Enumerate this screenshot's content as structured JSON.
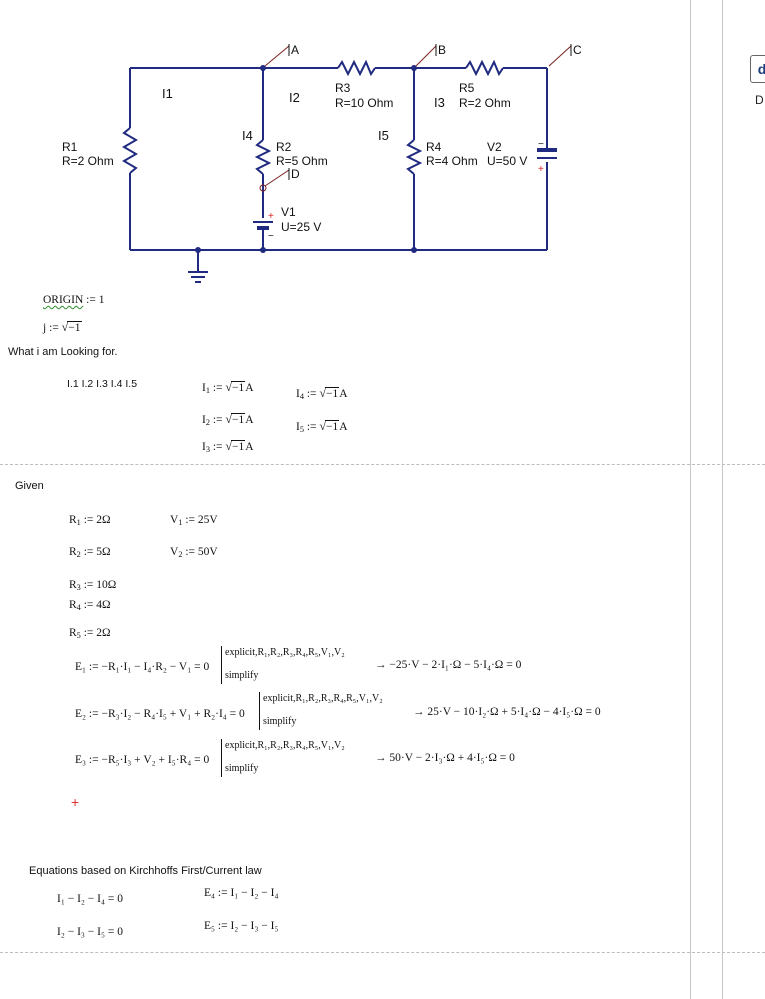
{
  "circuit": {
    "nodes": {
      "a": "A",
      "b": "B",
      "c": "C",
      "d": "D"
    },
    "loops": {
      "i1": "I1",
      "i2": "I2",
      "i3": "I3",
      "i4": "I4",
      "i5": "I5"
    },
    "r1": {
      "name": "R1",
      "value": "R=2 Ohm"
    },
    "r2": {
      "name": "R2",
      "value": "R=5 Ohm"
    },
    "r3": {
      "name": "R3",
      "value": "R=10 Ohm"
    },
    "r4": {
      "name": "R4",
      "value": "R=4 Ohm"
    },
    "r5": {
      "name": "R5",
      "value": "R=2 Ohm"
    },
    "v1": {
      "name": "V1",
      "value": "U=25 V"
    },
    "v2": {
      "name": "V2",
      "value": "U=50 V"
    },
    "plus": "+",
    "minus": "−"
  },
  "origin": {
    "name": "ORIGIN",
    "op": ":=",
    "value": "1"
  },
  "jdef": {
    "name": "j",
    "op": ":=",
    "value": "−1"
  },
  "looking_label": "What i am Looking for.",
  "currents_label": "I.1 I.2 I.3 I.4 I.5",
  "unknowns": {
    "op": ":=",
    "radicand": "−1",
    "unit": "A",
    "list": [
      {
        "base": "I",
        "sub": "1"
      },
      {
        "base": "I",
        "sub": "2"
      },
      {
        "base": "I",
        "sub": "3"
      },
      {
        "base": "I",
        "sub": "4"
      },
      {
        "base": "I",
        "sub": "5"
      }
    ]
  },
  "given_label": "Given",
  "params": {
    "op": ":=",
    "r1": {
      "base": "R",
      "sub": "1",
      "value": "2Ω"
    },
    "r2": {
      "base": "R",
      "sub": "2",
      "value": "5Ω"
    },
    "r3": {
      "base": "R",
      "sub": "3",
      "value": "10Ω"
    },
    "r4": {
      "base": "R",
      "sub": "4",
      "value": "4Ω"
    },
    "r5": {
      "base": "R",
      "sub": "5",
      "value": "2Ω"
    },
    "v1": {
      "base": "V",
      "sub": "1",
      "value": "25V"
    },
    "v2": {
      "base": "V",
      "sub": "2",
      "value": "50V"
    }
  },
  "equations": {
    "explicit_label": "explicit",
    "explicit_args": "R₁,R₂,R₃,R₄,R₅,V₁,V₂",
    "simplify_label": "simplify",
    "arrow": "→",
    "e1": {
      "lhs": "E₁ := −R₁·I₁ − I₄·R₂ − V₁ = 0",
      "result": "−25·V − 2·I₁·Ω − 5·I₄·Ω = 0"
    },
    "e2": {
      "lhs": "E₂ := −R₃·I₂ − R₄·I₅ + V₁ + R₂·I₄ = 0",
      "result": "25·V − 10·I₂·Ω + 5·I₄·Ω − 4·I₅·Ω = 0"
    },
    "e3": {
      "lhs": "E₃ := −R₅·I₃ + V₂ + I₅·R₄ = 0",
      "result": "50·V − 2·I₃·Ω + 4·I₅·Ω = 0"
    }
  },
  "red_plus": "+",
  "kirchhoff_label": "Equations based on Kirchhoffs First/Current law",
  "kirchhoff": {
    "k1": "I₁ − I₂ − I₄ = 0",
    "k2": "I₂ − I₃ − I₅ = 0",
    "e4": "E₄ := I₁ − I₂ − I₄",
    "e5": "E₅ := I₂ − I₃ − I₅"
  },
  "side_fragment": {
    "icon_letter": "d",
    "text": "D"
  },
  "colors": {
    "wire": "#1f2a80",
    "plus": "#e02020",
    "wavy": "#2e8b2e"
  }
}
